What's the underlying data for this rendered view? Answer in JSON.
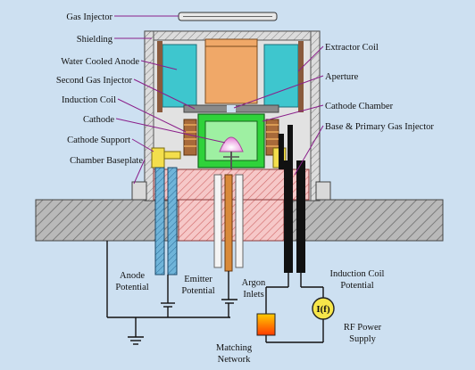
{
  "labels_left": {
    "gas_injector": "Gas Injector",
    "shielding": "Shielding",
    "water_cooled_anode": "Water Cooled Anode",
    "second_gas_injector": "Second Gas Injector",
    "induction_coil": "Induction Coil",
    "cathode": "Cathode",
    "cathode_support": "Cathode Support",
    "chamber_baseplate": "Chamber Baseplate"
  },
  "labels_right": {
    "extractor_coil": "Extractor Coil",
    "aperture": "Aperture",
    "cathode_chamber": "Cathode Chamber",
    "base_primary_gas_injector": "Base & Primary Gas Injector"
  },
  "labels_bottom": {
    "anode_potential_1": "Anode",
    "anode_potential_2": "Potential",
    "emitter_potential_1": "Emitter",
    "emitter_potential_2": "Potential",
    "argon_inlets_1": "Argon",
    "argon_inlets_2": "Inlets",
    "induction_coil_potential_1": "Induction Coil",
    "induction_coil_potential_2": "Potential",
    "rf_power_supply_1": "RF Power",
    "rf_power_supply_2": "Supply",
    "matching_network_1": "Matching",
    "matching_network_2": "Network",
    "rf_symbol": "I(f)"
  },
  "colors": {
    "background": "#cde0f1",
    "shielding": "#e2e2e2",
    "anode": "#3ec6ce",
    "extractor": "#f0a868",
    "cathode_chamber": "#2fd23a",
    "cathode_dome": "#f4a8e8",
    "base": "#f4b8b8",
    "leader": "#8a1f8a"
  }
}
